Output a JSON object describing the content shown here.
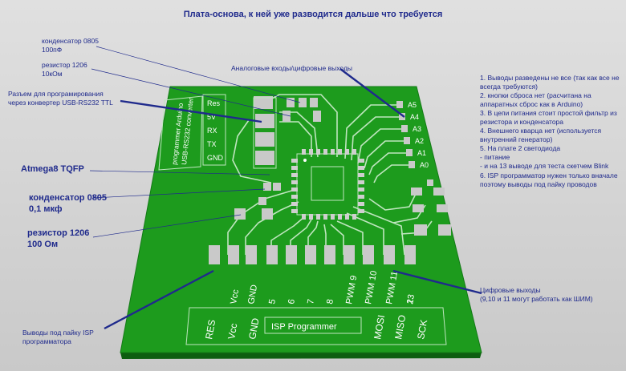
{
  "title": "Плата-основа, к ней уже разводится дальше что требуется",
  "labels": {
    "cap_top": "конденсатор 0805\n100пФ",
    "res_top": "резистор 1206\n10кОм",
    "connector": "Разъем для програмирования\nчерез конвертер USB-RS232 TTL",
    "analog": "Аналоговые входы/цифровые выходы",
    "mcu": "Atmega8 TQFP",
    "cap_bottom": "конденсатор 0805\n0,1 мкф",
    "res_bottom": "резистор 1206\n100 Ом",
    "isp_pins": "Выводы под пайку ISP\nпрограмматора",
    "digital_out": "Цифровые выходы\n(9,10 и 11 могут работать как ШИМ)"
  },
  "notes": [
    "1. Выводы разведены не все (так как все не всегда требуются)",
    "2. кнопки сброса нет (расчитана на аппаратных сброс как в Arduino)",
    "3. В цепи питания стоит простой фильтр из резистора и конденсатора",
    "4. Внешнего кварца нет (используется внутренний генератор)",
    "5. На плате 2 светодиода",
    " -  питание",
    " -  и на 13 выводе для теста скетчем Blink",
    "6. ISP программатор нужен только вначале поэтому выводы под пайку проводов"
  ],
  "board": {
    "connector_pins": [
      "Res",
      "5V",
      "RX",
      "TX",
      "GND"
    ],
    "connector_caption": [
      "programmer Arduino",
      "USB-RS232 converter"
    ],
    "analog_pins": [
      "A5",
      "A4",
      "A3",
      "A2",
      "A1",
      "A0"
    ],
    "bottom_pins": [
      "Vcc",
      "GND",
      "5",
      "6",
      "7",
      "8",
      "PWM 9",
      "PWM 10",
      "PWM 11",
      "2",
      "13"
    ],
    "isp_labels": [
      "RES",
      "Vcc",
      "GND",
      "MOSI",
      "MISO",
      "SCK"
    ],
    "isp_caption": "ISP Programmer"
  },
  "colors": {
    "board": "#1d9b1d",
    "board_edge": "#0f6a12",
    "trace": "#c6e9c6",
    "pad": "#c9c9c9",
    "annotation": "#1f2a8c"
  }
}
